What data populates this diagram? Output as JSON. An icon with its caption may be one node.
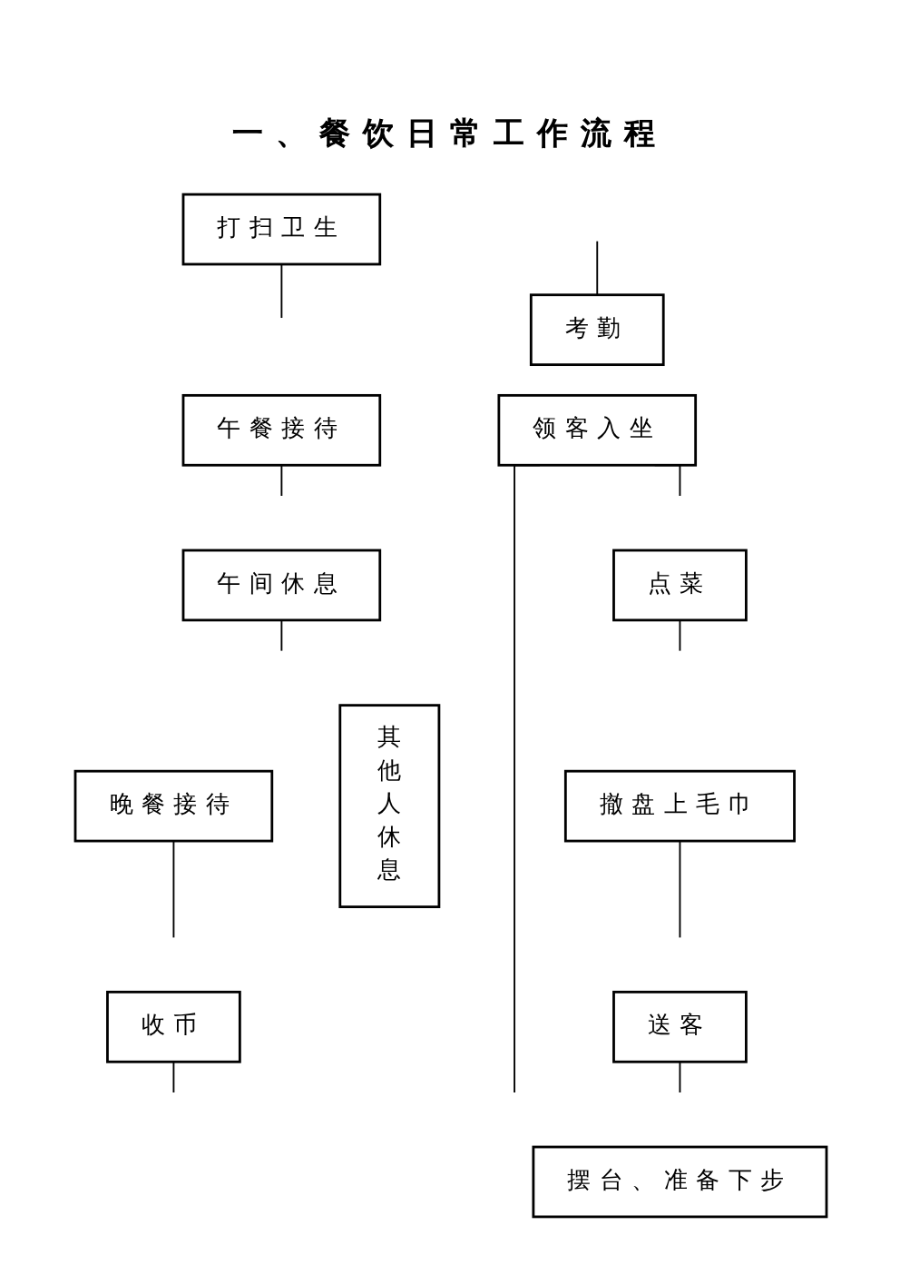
{
  "diagram": {
    "title": "一、餐饮日常工作流程",
    "nodes": [
      {
        "text": [
          "考勤"
        ]
      },
      {
        "text": [
          "打扫卫生"
        ]
      },
      {
        "text": [
          "午餐接待"
        ]
      },
      {
        "text": [
          "午间休息"
        ]
      },
      {
        "text": [
          "晚餐接待"
        ]
      },
      {
        "text": [
          "收币"
        ]
      },
      {
        "text": [
          "其他人休息"
        ]
      },
      {
        "text": [
          "领客入坐"
        ]
      },
      {
        "text": [
          "点菜"
        ]
      },
      {
        "text": [
          "撤盘上毛巾"
        ]
      },
      {
        "text": [
          "送客"
        ]
      },
      {
        "text": [
          "摆台、准备下步"
        ]
      }
    ],
    "edges": [
      {
        "from": null,
        "to": 0,
        "arrow": "none"
      },
      {
        "from": 1,
        "to": null,
        "arrow": "none"
      },
      {
        "from": 2,
        "to": null,
        "arrow": "none"
      },
      {
        "from": 3,
        "to": null,
        "arrow": "none"
      },
      {
        "from": 4,
        "to": null,
        "arrow": "none"
      },
      {
        "from": 5,
        "to": null,
        "arrow": "none"
      },
      {
        "from": 7,
        "to": null,
        "arrow": "none"
      },
      {
        "from": 7,
        "to": null,
        "arrow": "none"
      },
      {
        "from": 8,
        "to": null,
        "arrow": "none"
      },
      {
        "from": 9,
        "to": null,
        "arrow": "none"
      },
      {
        "from": 10,
        "to": null,
        "arrow": "none"
      }
    ]
  }
}
